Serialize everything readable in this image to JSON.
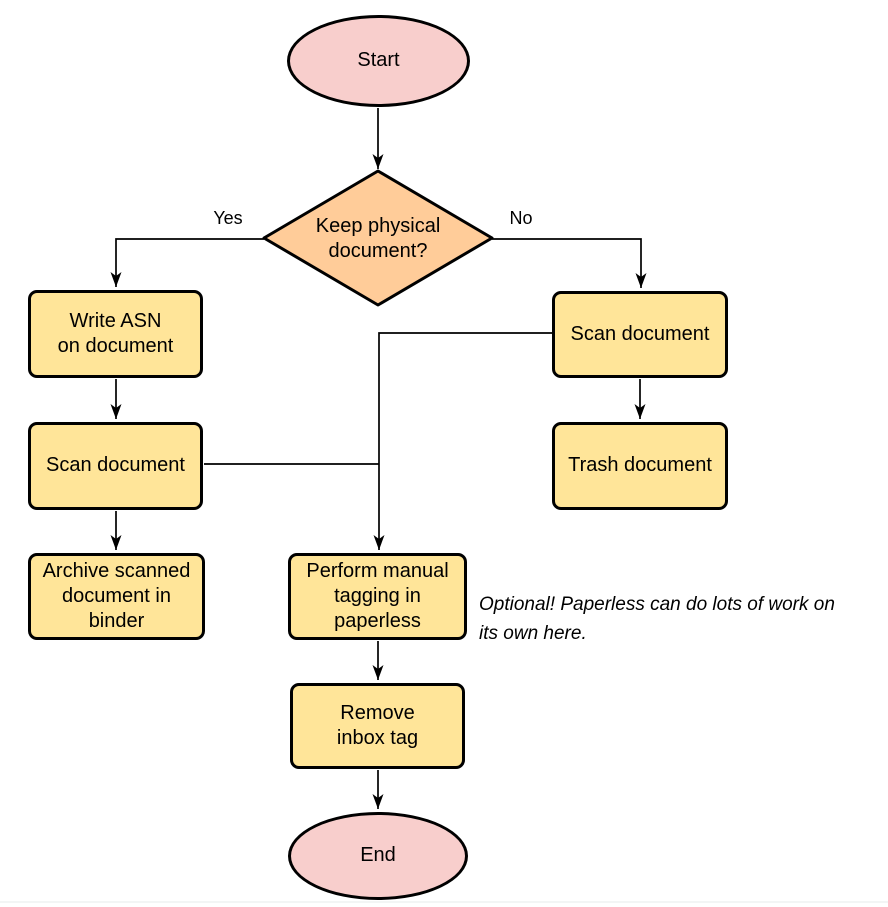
{
  "diagram": {
    "type": "flowchart",
    "colors": {
      "terminal_fill": "#f8cecc",
      "decision_fill": "#ffcc99",
      "process_fill": "#ffe599",
      "outline": "#000000",
      "text": "#000000"
    },
    "nodes": {
      "start": {
        "shape": "ellipse",
        "label": "Start"
      },
      "decision": {
        "shape": "diamond",
        "label": [
          "Keep physical",
          "document?"
        ]
      },
      "write_asn": {
        "shape": "rounded-rect",
        "label": [
          "Write ASN",
          "on document"
        ]
      },
      "scan_left": {
        "shape": "rounded-rect",
        "label": "Scan document"
      },
      "archive": {
        "shape": "rounded-rect",
        "label": [
          "Archive scanned",
          "document in",
          "binder"
        ]
      },
      "scan_right": {
        "shape": "rounded-rect",
        "label": "Scan document"
      },
      "trash": {
        "shape": "rounded-rect",
        "label": "Trash document"
      },
      "tagging": {
        "shape": "rounded-rect",
        "label": [
          "Perform manual",
          "tagging in",
          "paperless"
        ]
      },
      "remove_inbox": {
        "shape": "rounded-rect",
        "label": [
          "Remove",
          "inbox tag"
        ]
      },
      "end": {
        "shape": "ellipse",
        "label": "End"
      }
    },
    "edge_labels": {
      "yes": "Yes",
      "no": "No"
    },
    "note": [
      "Optional! Paperless can do lots of work on",
      "its own here."
    ]
  }
}
